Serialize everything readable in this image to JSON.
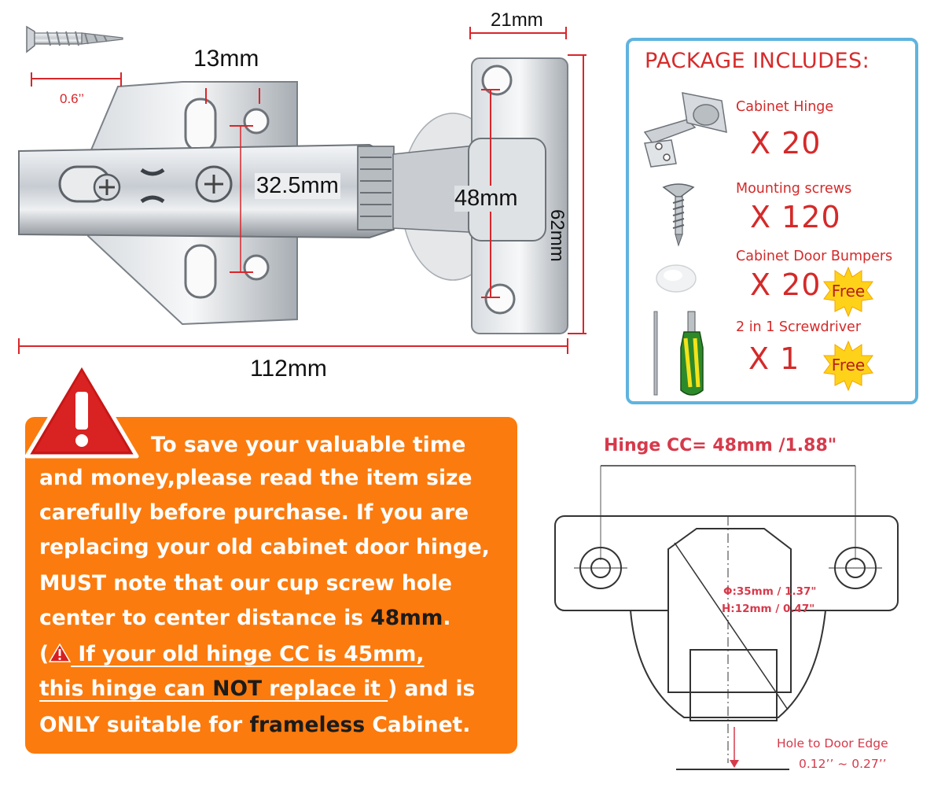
{
  "dimensions": {
    "width_21": "21mm",
    "width_13": "13mm",
    "width_325": "32.5mm",
    "width_48": "48mm",
    "height_62": "62mm",
    "length_112": "112mm",
    "screw_length": "0.6’’"
  },
  "package": {
    "title": "PACKAGE INCLUDES:",
    "items": [
      {
        "name": "Cabinet Hinge",
        "qty": "X 20"
      },
      {
        "name": "Mounting screws",
        "qty": "X 120"
      },
      {
        "name": "Cabinet Door Bumpers",
        "qty": "X 20",
        "badge": "Free"
      },
      {
        "name": "2 in 1 Screwdriver",
        "qty": "X 1",
        "badge": "Free"
      }
    ]
  },
  "notice": {
    "line1": "To save your valuable time",
    "line2": "and money,please read the item size",
    "line3": "carefully before purchase. If you are",
    "line4": "replacing your old cabinet door hinge,",
    "line5": "MUST note that our cup screw hole",
    "line6_a": "center to center distance is ",
    "line6_b": "48mm",
    "line6_c": ".",
    "line7_a": " (",
    "line7_b": " If your old hinge CC is 45mm,",
    "line8_a": "this hinge can ",
    "line8_b": "NOT",
    "line8_c": " replace it ",
    "line8_d": ") and is",
    "line9_a": "ONLY suitable for ",
    "line9_b": "frameless",
    "line9_c": " Cabinet."
  },
  "cc_drawing": {
    "title": "Hinge CC= 48mm /1.88\"",
    "diameter": "Φ:35mm / 1.37\"",
    "height": "H:12mm / 0.47\"",
    "edge_label": "Hole to Door Edge",
    "edge_value": "0.12’’ ~ 0.27’’"
  },
  "colors": {
    "accent_red": "#d42a2a",
    "box_border": "#5fb4de",
    "notice_bg": "#fb7b0e",
    "cc_red": "#d63a4b"
  }
}
